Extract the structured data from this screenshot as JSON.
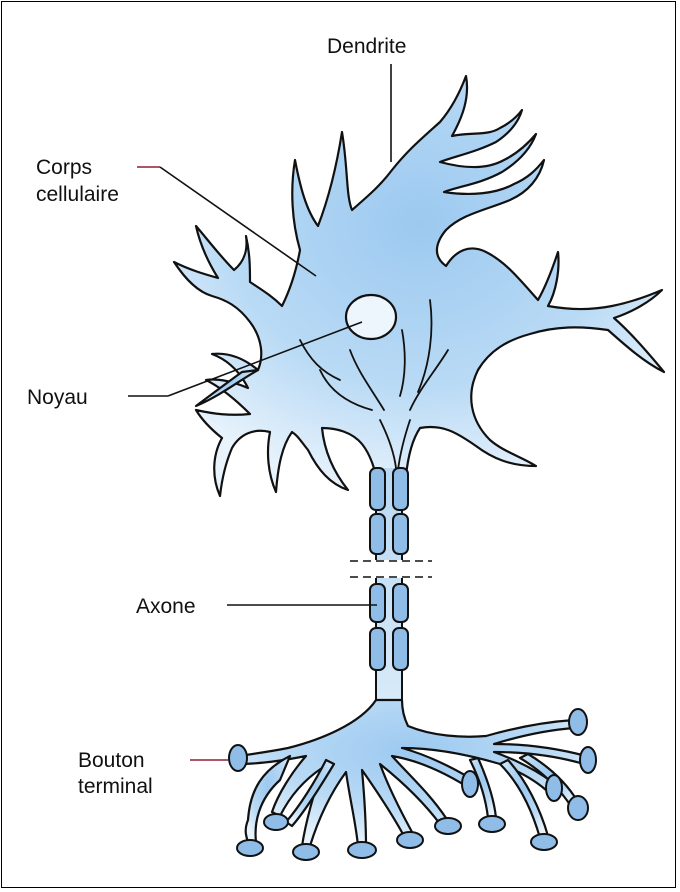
{
  "labels": {
    "dendrite": "Dendrite",
    "corps_line1": "Corps",
    "corps_line2": "cellulaire",
    "noyau": "Noyau",
    "axone": "Axone",
    "bouton_line1": "Bouton",
    "bouton_line2": "terminal"
  },
  "colors": {
    "cell_fill": "#9cc9f0",
    "cell_fill_light": "#e8f3fc",
    "outline": "#111111",
    "leader_accent": "#8a2030"
  }
}
